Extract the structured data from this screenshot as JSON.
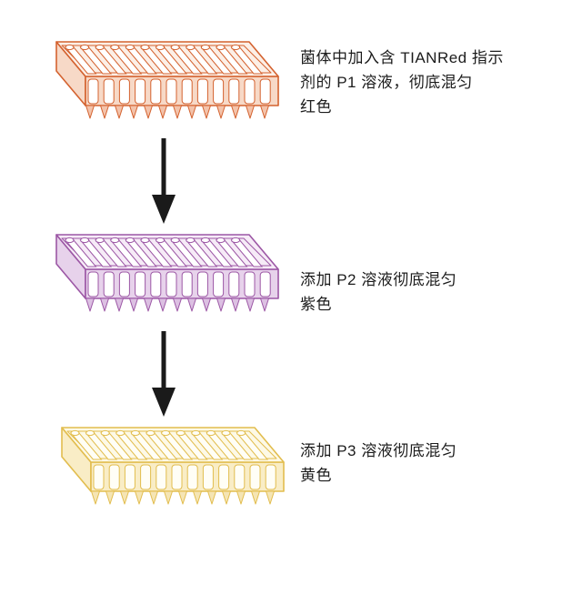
{
  "background": "#ffffff",
  "arrow": {
    "color": "#1a1a1a"
  },
  "steps": [
    {
      "plate_name": "96-well-plate-red",
      "color_label": "red",
      "colors": {
        "stroke": "#d4622f",
        "top": "#fcefe6",
        "front": "#f7d9c7",
        "well": "#ffffff",
        "tip": "#f3c3ab"
      },
      "lines": [
        "菌体中加入含 TIANRed 指示",
        "剂的 P1 溶液，彻底混匀",
        "红色"
      ]
    },
    {
      "plate_name": "96-well-plate-purple",
      "color_label": "purple",
      "colors": {
        "stroke": "#9c57a5",
        "top": "#f6ebf7",
        "front": "#e7d2eb",
        "well": "#ffffff",
        "tip": "#dcc0e2"
      },
      "lines": [
        "添加 P2 溶液彻底混匀",
        "紫色"
      ]
    },
    {
      "plate_name": "96-well-plate-yellow",
      "color_label": "yellow",
      "colors": {
        "stroke": "#e2bd4e",
        "top": "#fdf9e6",
        "front": "#f9edc6",
        "well": "#fffef6",
        "tip": "#f5e5b4"
      },
      "lines": [
        "添加 P3 溶液彻底混匀",
        "黄色"
      ]
    }
  ]
}
